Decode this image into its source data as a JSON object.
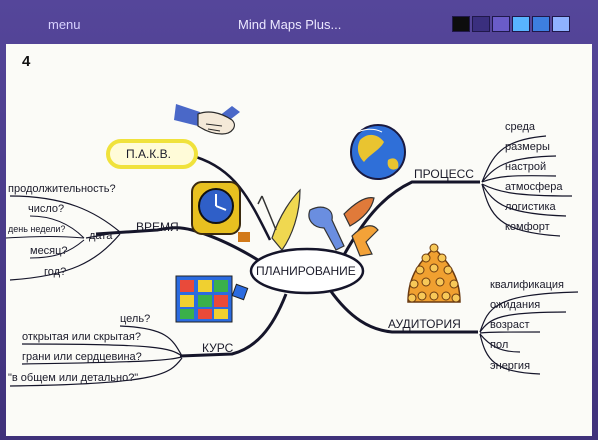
{
  "header": {
    "menu_label": "menu",
    "title": "Mind Maps Plus...",
    "swatch_colors": [
      "#0d0d0d",
      "#3a2f7e",
      "#6a5cc8",
      "#58b4ff",
      "#3d7fe0",
      "#8fb2ff"
    ]
  },
  "page_number": "4",
  "mindmap": {
    "center": "ПЛАНИРОВАНИЕ",
    "pakv": "П.А.К.В.",
    "time": {
      "label": "ВРЕМЯ",
      "items": [
        "продолжительность?",
        "дата",
        "год?"
      ],
      "date_items": [
        "число?",
        "день недели?",
        "месяц?"
      ]
    },
    "process": {
      "label": "ПРОЦЕСС",
      "items": [
        "среда",
        "размеры",
        "настрой",
        "атмосфера",
        "логистика",
        "комфорт"
      ]
    },
    "audience": {
      "label": "АУДИТОРИЯ",
      "items": [
        "квалификация",
        "ожидания",
        "возраст",
        "пол",
        "энергия"
      ]
    },
    "course": {
      "label": "КУРС",
      "items": [
        "цель?",
        "открытая или скрытая?",
        "грани или сердцевина?",
        "\"в общем или детально?\""
      ]
    }
  }
}
